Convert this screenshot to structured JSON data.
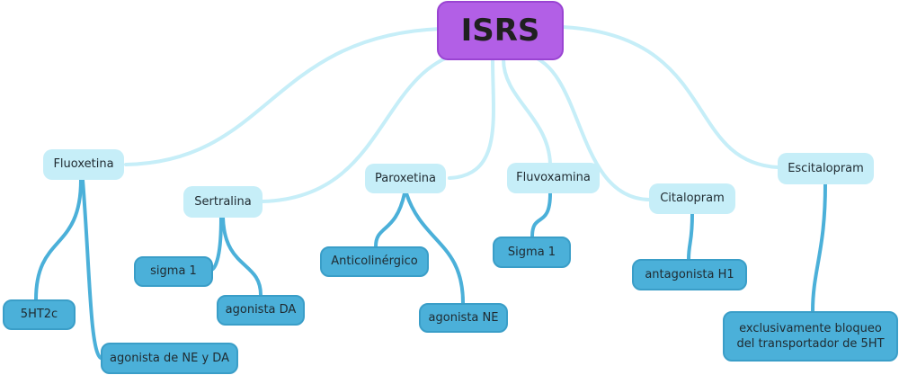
{
  "root": {
    "label": "ISRS"
  },
  "drugs": [
    {
      "label": "Fluoxetina"
    },
    {
      "label": "Sertralina"
    },
    {
      "label": "Paroxetina"
    },
    {
      "label": "Fluvoxamina"
    },
    {
      "label": "Citalopram"
    },
    {
      "label": "Escitalopram"
    }
  ],
  "properties": [
    {
      "label": "5HT2c"
    },
    {
      "label": "agonista de NE y DA"
    },
    {
      "label": "sigma 1"
    },
    {
      "label": "agonista DA"
    },
    {
      "label": "Anticolinérgico"
    },
    {
      "label": "agonista NE"
    },
    {
      "label": "Sigma 1"
    },
    {
      "label": "antagonista H1"
    },
    {
      "label": "exclusivamente bloqueo\ndel transportador de 5HT"
    }
  ],
  "colors": {
    "root": "#b25fe6",
    "primary_link": "#c6eef8",
    "secondary_link": "#4bb0d9"
  }
}
